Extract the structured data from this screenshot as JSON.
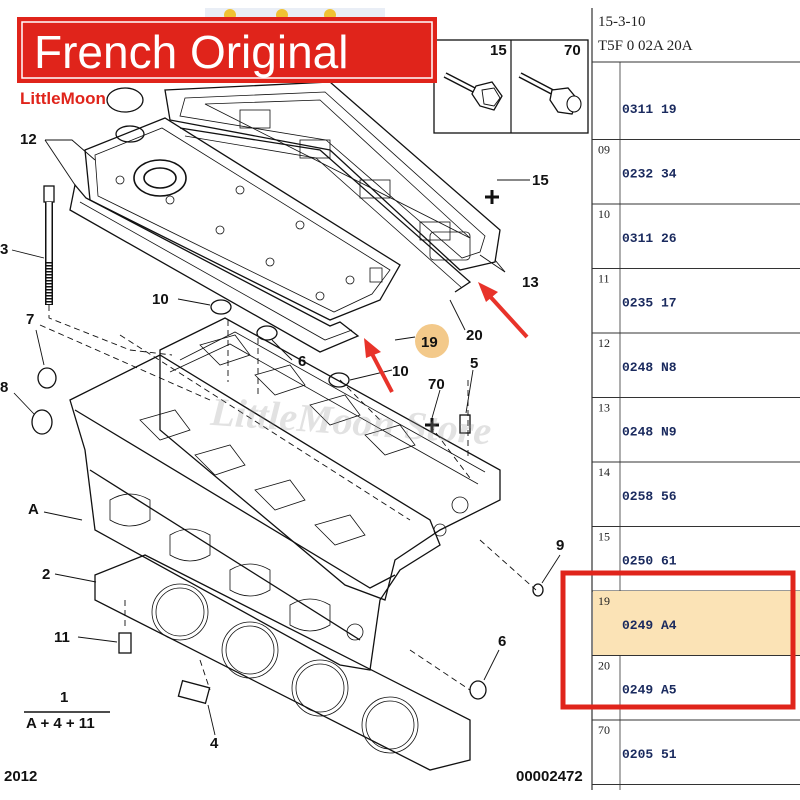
{
  "banner": {
    "title": "French Original",
    "brand": "LittleMoon"
  },
  "watermark": "LittleMoon Store",
  "header": {
    "line1": "15-3-10",
    "line2": "T5F 0 02A 20A"
  },
  "inset": {
    "left_label": "15",
    "right_label": "70"
  },
  "callouts": {
    "c12": "12",
    "c3": "3",
    "c10a": "10",
    "c7": "7",
    "c8": "8",
    "c6a": "6",
    "c10b": "10",
    "c19": "19",
    "c20": "20",
    "c15": "15",
    "c13": "13",
    "c70": "70",
    "c5": "5",
    "cA": "A",
    "c2": "2",
    "c9": "9",
    "c11": "11",
    "c6b": "6",
    "c4": "4"
  },
  "formula": {
    "top": "1",
    "bottom": "A + 4 + 11"
  },
  "footer": {
    "left": "2012",
    "right": "00002472"
  },
  "table_rows": [
    {
      "num": "",
      "code": "0311 19",
      "highlight": false
    },
    {
      "num": "09",
      "code": "0232 34",
      "highlight": false
    },
    {
      "num": "10",
      "code": "0311 26",
      "highlight": false
    },
    {
      "num": "11",
      "code": "0235 17",
      "highlight": false
    },
    {
      "num": "12",
      "code": "0248 N8",
      "highlight": false
    },
    {
      "num": "13",
      "code": "0248 N9",
      "highlight": false
    },
    {
      "num": "14",
      "code": "0258 56",
      "highlight": false
    },
    {
      "num": "15",
      "code": "0250 61",
      "highlight": false
    },
    {
      "num": "19",
      "code": "0249 A4",
      "highlight": true
    },
    {
      "num": "20",
      "code": "0249 A5",
      "highlight": false
    },
    {
      "num": "70",
      "code": "0205 51",
      "highlight": false
    }
  ],
  "colors": {
    "banner": "#e0241b",
    "arrow": "#e8332a",
    "highlight_fill": "#fbe3b6",
    "highlight_box": "#e0241b",
    "badge": "#f3c98a"
  }
}
